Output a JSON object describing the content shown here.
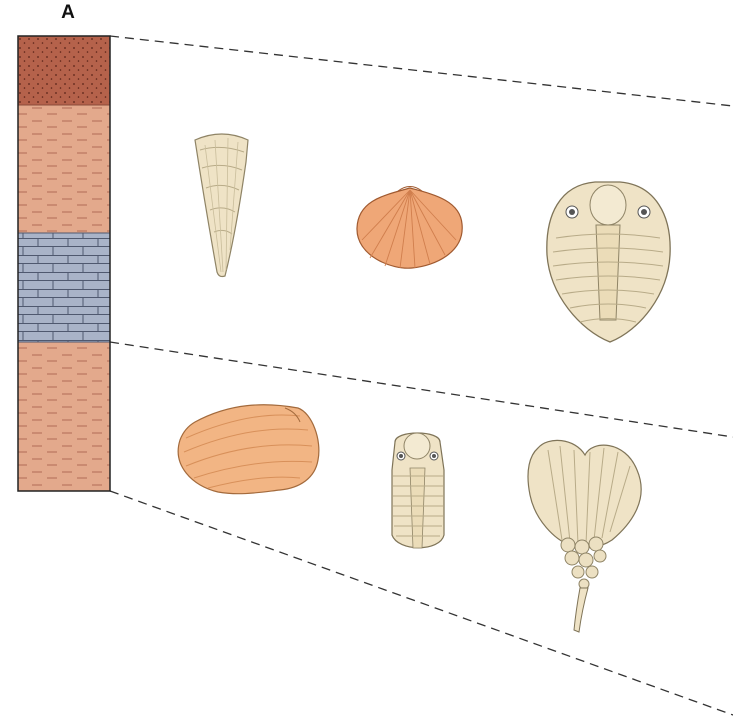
{
  "column": {
    "label": "A",
    "layers": [
      {
        "id": "sandstone",
        "color": "#b5624b"
      },
      {
        "id": "shale-upper",
        "color": "#e3a98c"
      },
      {
        "id": "limestone",
        "color": "#a9b3c8"
      },
      {
        "id": "shale-lower",
        "color": "#e3a98c"
      }
    ]
  },
  "fossils": [
    {
      "id": "horn-coral"
    },
    {
      "id": "brachiopod"
    },
    {
      "id": "large-trilobite"
    },
    {
      "id": "clam"
    },
    {
      "id": "small-trilobite"
    },
    {
      "id": "crinoid"
    }
  ],
  "colors": {
    "outline": "#222222",
    "fossil_cream": "#efe3c6",
    "fossil_orange": "#efa777",
    "dash": "#333333"
  }
}
